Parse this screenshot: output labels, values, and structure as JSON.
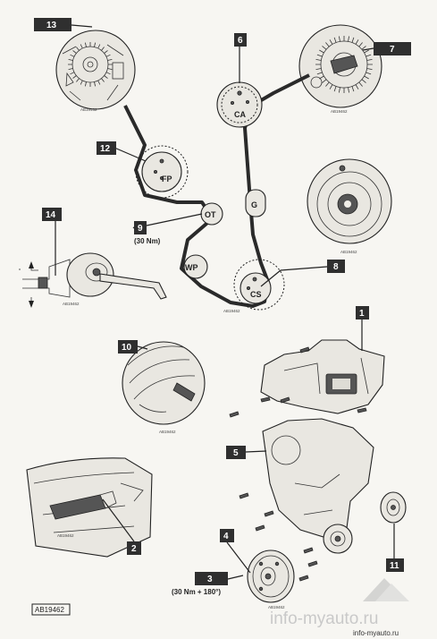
{
  "callouts": {
    "c1": "1",
    "c2": "2",
    "c3": "3",
    "c4": "4",
    "c5": "5",
    "c6": "6",
    "c7": "7",
    "c8": "8",
    "c9": "9",
    "c10": "10",
    "c11": "11",
    "c12": "12",
    "c13": "13",
    "c14": "14"
  },
  "pulleys": {
    "ca": "CA",
    "fp": "FP",
    "g": "G",
    "ot": "OT",
    "wp": "WP",
    "cs": "CS"
  },
  "torques": {
    "tensioner": "(30 Nm)",
    "crank": "(30 Nm + 180°)"
  },
  "figure_refs": {
    "corner": "AB19462",
    "small": "AB19462"
  },
  "watermark": {
    "large": "info-myauto.ru",
    "small": "info-myauto.ru"
  }
}
